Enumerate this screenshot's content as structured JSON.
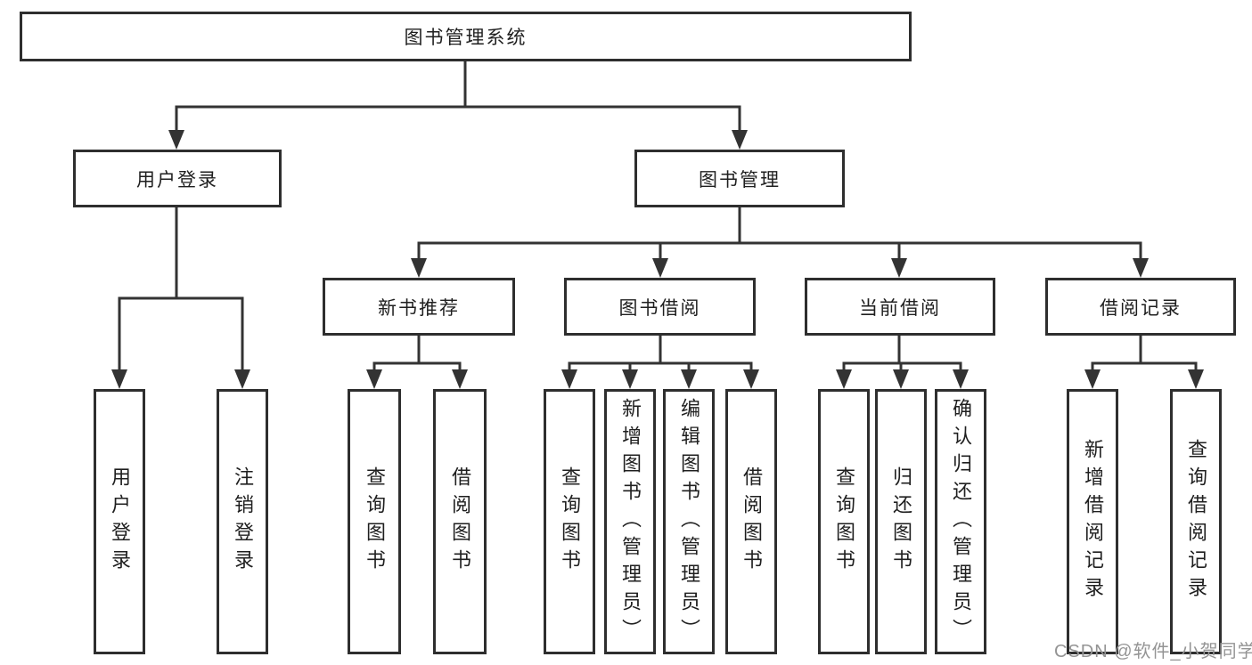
{
  "tree": {
    "root": "图书管理系统",
    "branches": [
      {
        "label": "用户登录",
        "children": [
          "用户登录",
          "注销登录"
        ]
      },
      {
        "label": "图书管理",
        "groups": [
          {
            "label": "新书推荐",
            "children": [
              "查询图书",
              "借阅图书"
            ]
          },
          {
            "label": "图书借阅",
            "children": [
              "查询图书",
              "新增图书（管理员）",
              "编辑图书（管理员）",
              "借阅图书"
            ]
          },
          {
            "label": "当前借阅",
            "children": [
              "查询图书",
              "归还图书",
              "确认归还（管理员）"
            ]
          },
          {
            "label": "借阅记录",
            "children": [
              "新增借阅记录",
              "查询借阅记录"
            ]
          }
        ]
      }
    ]
  },
  "watermark": "CSDN @软件_小贺同学",
  "colors": {
    "line": "#333333",
    "box_border": "#2e2e2e",
    "text": "#1f1f1f",
    "watermark": "#949494",
    "background": "#ffffff"
  }
}
